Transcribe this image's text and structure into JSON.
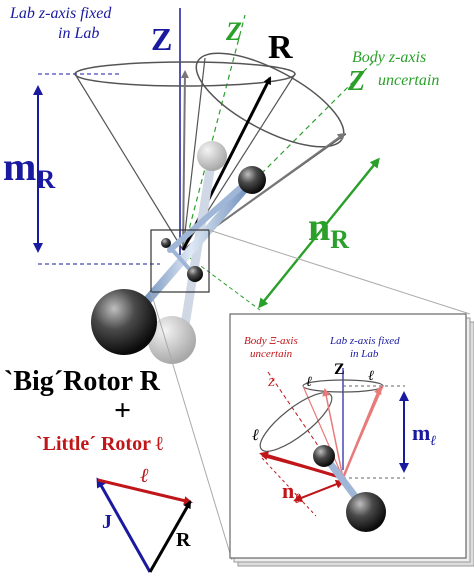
{
  "colors": {
    "blue": "#1a1aa0",
    "green": "#2aa02a",
    "red": "#c0161a",
    "pink": "#e87a7a",
    "black": "#000000",
    "grey": "#808080"
  },
  "labels": {
    "lab_axis": [
      "Lab z-axis fixed",
      "in Lab"
    ],
    "lab_z": "Z",
    "body_z_small": "Z",
    "R_top": "R",
    "body_axis": [
      "Body z-axis",
      "uncertain"
    ],
    "body_z_green": "Z",
    "mR": "m",
    "mR_sub": "R",
    "nR": "n",
    "nR_sub": "R",
    "big_rotor": "`Big´Rotor R",
    "plus": "+",
    "little_rotor": "`Little´ Rotor ℓ",
    "tri_l": "ℓ",
    "tri_J": "J",
    "tri_R": "R",
    "inset_body_axis": [
      "Body Ξ-axis",
      "uncertain"
    ],
    "inset_lab_axis": [
      "Lab z-axis fixed",
      "in Lab"
    ],
    "inset_z": "Z",
    "inset_small_z": "Z",
    "inset_l_left": "ℓ",
    "inset_l_mid": "ℓ",
    "inset_l_right": "ℓ",
    "inset_m": "m",
    "inset_m_sub": "ℓ",
    "inset_n": "n",
    "inset_n_sub": "ℓ"
  }
}
